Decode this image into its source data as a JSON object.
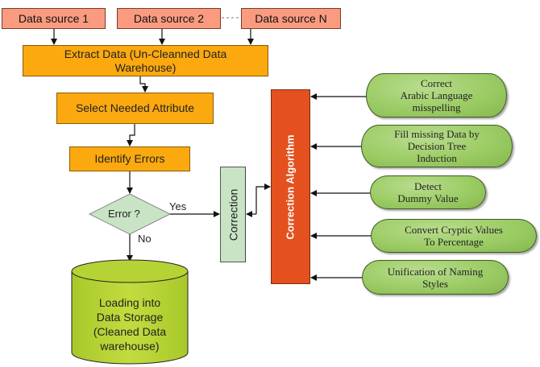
{
  "title": "Data cleaning process flow with correction algorithm",
  "colors": {
    "data_source_fill": "#fa9b80",
    "process_fill": "#fba90f",
    "decision_fill": "#c8e4c5",
    "storage_fill": "#b5d334",
    "correction_algorithm_fill": "#e4511e",
    "technique_fill": "#9ccc65"
  },
  "data_sources": [
    {
      "label": "Data source 1"
    },
    {
      "label": "Data source 2"
    },
    {
      "label": "Data source N"
    }
  ],
  "process_steps": {
    "extract": "Extract Data (Un-Cleanned Data Warehouse)",
    "select": "Select Needed Attribute",
    "identify": "Identify Errors"
  },
  "decision": {
    "label": "Error ?",
    "yes_label": "Yes",
    "no_label": "No"
  },
  "correction": {
    "label": "Correction"
  },
  "storage": {
    "lines": [
      "Loading into",
      "Data Storage",
      "(Cleaned Data",
      "warehouse)"
    ]
  },
  "correction_algorithm": {
    "label": "Correction Algorithm"
  },
  "techniques": [
    {
      "lines": [
        "Correct",
        "Arabic Language",
        "misspelling"
      ]
    },
    {
      "lines": [
        "Fill missing Data by",
        "Decision Tree",
        "Induction"
      ]
    },
    {
      "lines": [
        "Detect",
        "Dummy Value"
      ]
    },
    {
      "lines": [
        "Convert Cryptic Values",
        "To Percentage"
      ]
    },
    {
      "lines": [
        "Unification of Naming",
        "Styles"
      ]
    }
  ]
}
